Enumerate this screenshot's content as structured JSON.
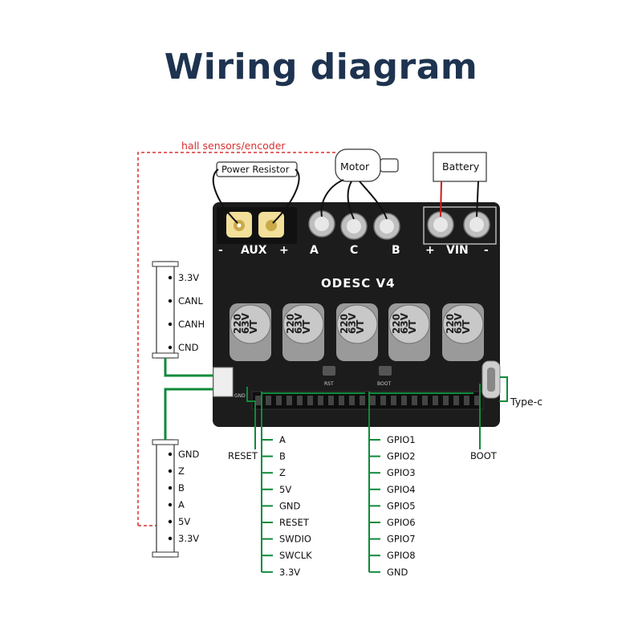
{
  "title": "Wiring diagram",
  "labels": {
    "hall": "hall sensors/encoder",
    "power_resistor": "Power Resistor",
    "motor": "Motor",
    "battery": "Battery",
    "board_name": "ODESC V4",
    "type_c": "Type-c",
    "boot": "BOOT",
    "reset": "RESET",
    "rst_silk": "RST",
    "boot_silk": "BOOT",
    "gnd_silk": "GND"
  },
  "terminals": {
    "aux_minus": "-",
    "aux": "AUX",
    "aux_plus": "+",
    "phase_a": "A",
    "phase_c": "C",
    "phase_b": "B",
    "vin_plus": "+",
    "vin": "VIN",
    "vin_minus": "-"
  },
  "capacitor": {
    "value": "220",
    "voltage": "63V",
    "type": "VT"
  },
  "can_connector": [
    "3.3V",
    "CANL",
    "CANH",
    "CND"
  ],
  "encoder_connector": [
    "GND",
    "Z",
    "B",
    "A",
    "5V",
    "3.3V"
  ],
  "header_left": [
    "A",
    "B",
    "Z",
    "5V",
    "GND",
    "RESET",
    "SWDIO",
    "SWCLK",
    "3.3V"
  ],
  "header_right": [
    "GPIO1",
    "GPIO2",
    "GPIO3",
    "GPIO4",
    "GPIO5",
    "GPIO6",
    "GPIO7",
    "GPIO8",
    "GND"
  ],
  "colors": {
    "title": "#1d3350",
    "green_wire": "#0f8a3a",
    "red_dashed": "#d93030",
    "board": "#1c1c1c"
  }
}
